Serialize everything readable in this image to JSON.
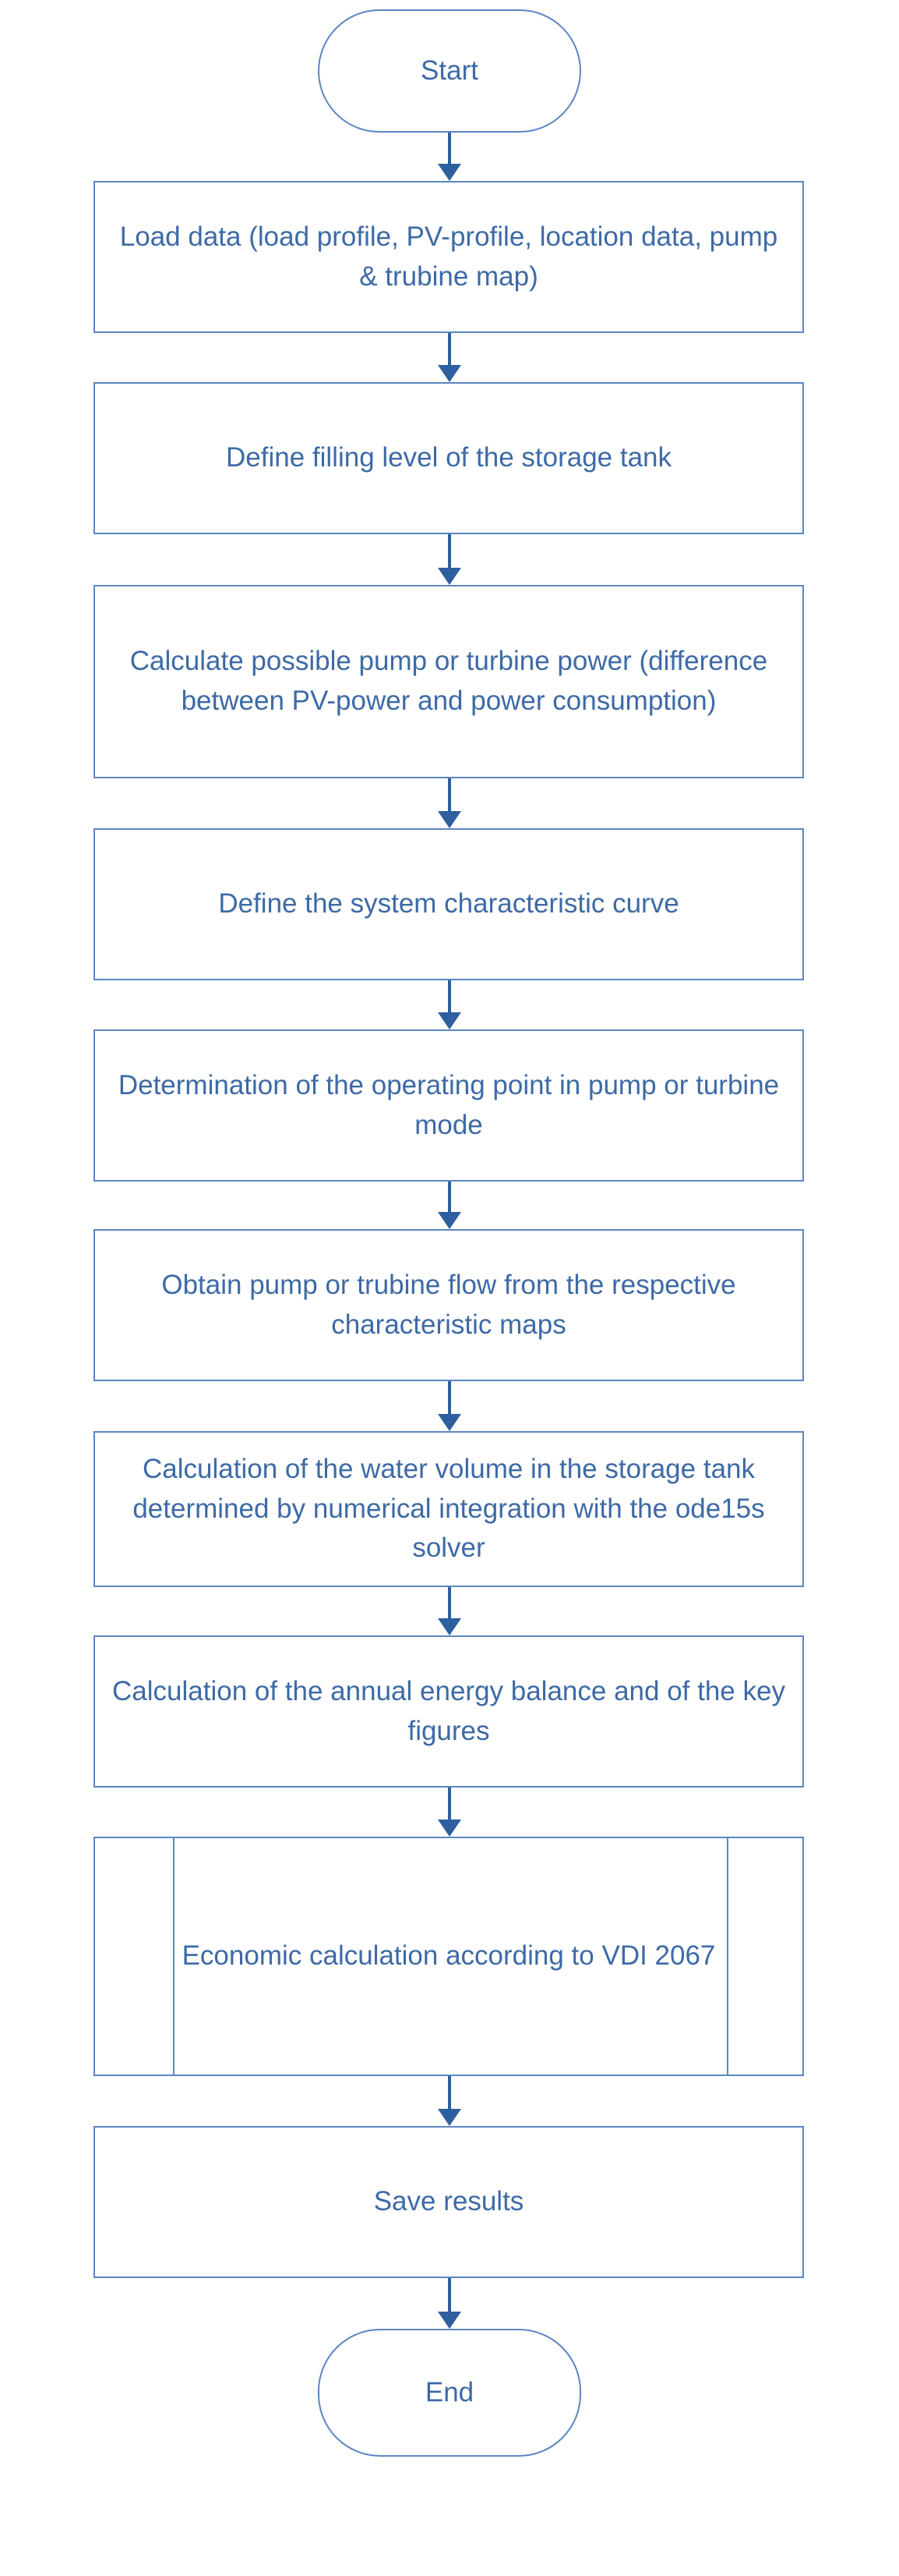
{
  "diagram": {
    "type": "flowchart",
    "colors": {
      "stroke": "#5b86c2",
      "text": "#3d6aa6",
      "arrow": "#2e5f9e",
      "fill": "#ffffff"
    },
    "steps": [
      {
        "shape": "terminal",
        "text": "Start"
      },
      {
        "shape": "process",
        "text": "Load data (load profile, PV-profile, location data, pump & trubine map)"
      },
      {
        "shape": "process",
        "text": "Define filling level of the storage tank"
      },
      {
        "shape": "process",
        "text": "Calculate possible pump or turbine power (difference between PV-power and power consumption)"
      },
      {
        "shape": "process",
        "text": "Define the system characteristic curve"
      },
      {
        "shape": "process",
        "text": "Determination of the operating point in pump or turbine mode"
      },
      {
        "shape": "process",
        "text": "Obtain pump or trubine flow from the respective characteristic maps"
      },
      {
        "shape": "process",
        "text": "Calculation of the water volume in the storage tank determined by numerical integration with the ode15s solver"
      },
      {
        "shape": "process",
        "text": "Calculation of the annual energy balance and of the key figures"
      },
      {
        "shape": "predefined-process",
        "text": "Economic calculation according to VDI 2067"
      },
      {
        "shape": "process",
        "text": "Save results"
      },
      {
        "shape": "terminal",
        "text": "End"
      }
    ]
  }
}
